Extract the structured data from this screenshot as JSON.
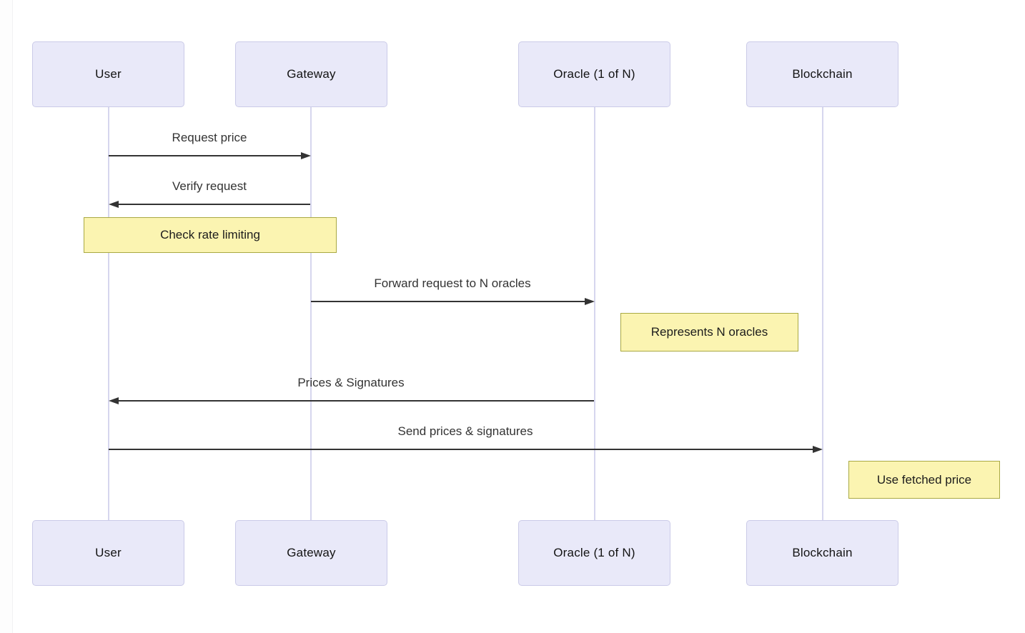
{
  "diagram": {
    "kind": "sequence-diagram",
    "actors": [
      {
        "id": "user",
        "label": "User"
      },
      {
        "id": "gateway",
        "label": "Gateway"
      },
      {
        "id": "oracle",
        "label": "Oracle (1 of N)"
      },
      {
        "id": "blockchain",
        "label": "Blockchain"
      }
    ],
    "messages": [
      {
        "from": "User",
        "to": "Gateway",
        "label": "Request price",
        "direction": "right",
        "style": "solid"
      },
      {
        "from": "Gateway",
        "to": "User",
        "label": "Verify request",
        "direction": "left",
        "style": "solid"
      },
      {
        "from": "Gateway",
        "to": "Oracle (1 of N)",
        "label": "Forward request to N oracles",
        "direction": "right",
        "style": "solid"
      },
      {
        "from": "Oracle (1 of N)",
        "to": "User",
        "label": "Prices & Signatures",
        "direction": "left",
        "style": "solid"
      },
      {
        "from": "User",
        "to": "Blockchain",
        "label": "Send prices & signatures",
        "direction": "right",
        "style": "solid"
      }
    ],
    "notes": [
      {
        "label": "Check rate limiting",
        "position": "over User and Gateway"
      },
      {
        "label": "Represents N oracles",
        "position": "right of Oracle (1 of N)"
      },
      {
        "label": "Use fetched price",
        "position": "right of Blockchain"
      }
    ],
    "colors": {
      "background": "#ffffff",
      "actor_fill": "#e9e9f9",
      "actor_border": "#cbcbe8",
      "lifeline": "#d6d6ee",
      "note_fill": "#fbf4b1",
      "note_border": "#a9a943",
      "arrow": "#333333",
      "text": "#333333"
    }
  }
}
